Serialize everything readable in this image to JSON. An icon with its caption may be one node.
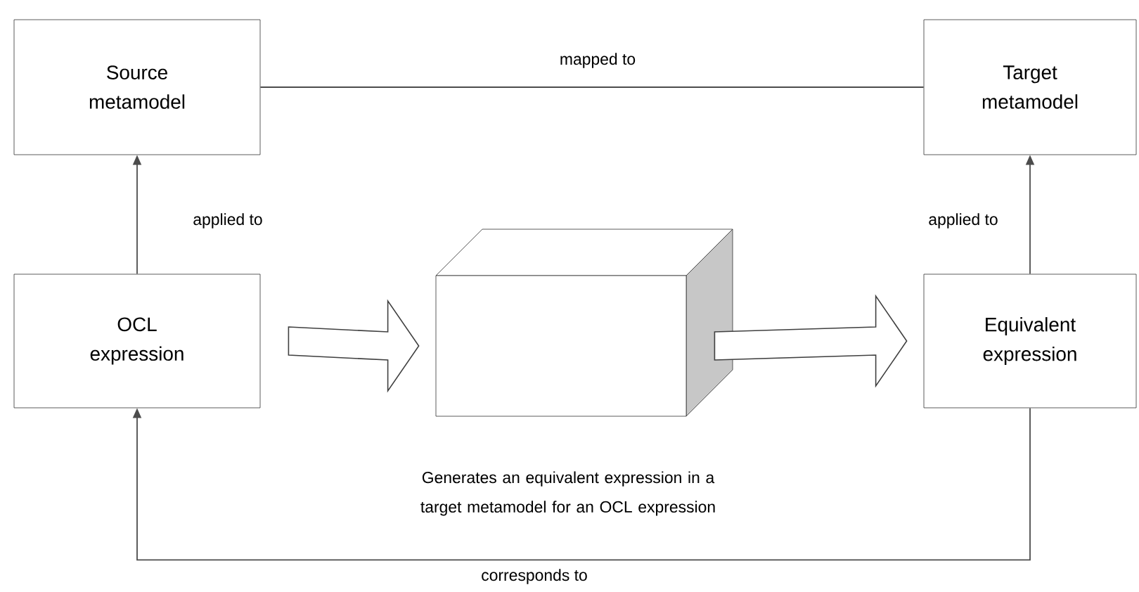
{
  "diagram": {
    "nodes": [
      {
        "text": [
          "Source metamodel"
        ]
      },
      {
        "text": [
          "Target metamodel"
        ]
      },
      {
        "text": [
          "OCL expression"
        ]
      },
      {
        "text": [],
        "shape": "box",
        "beside": [
          "Generates an equivalent expression in a target metamodel for an OCL expression"
        ]
      },
      {
        "text": [
          "Equivalent expression"
        ]
      }
    ],
    "edges": [
      {
        "from": 0,
        "to": 1,
        "arrow": "none",
        "label": "mapped to"
      },
      {
        "from": 2,
        "to": 0,
        "arrow": "to",
        "label": "applied to"
      },
      {
        "from": 4,
        "to": 1,
        "arrow": "to",
        "label": "applied to"
      },
      {
        "from": 2,
        "to": 3,
        "arrow": "to",
        "style": "thick"
      },
      {
        "from": 3,
        "to": 4,
        "arrow": "to",
        "style": "thick"
      },
      {
        "from": 4,
        "to": 2,
        "arrow": "to",
        "label": "corresponds to"
      }
    ]
  }
}
